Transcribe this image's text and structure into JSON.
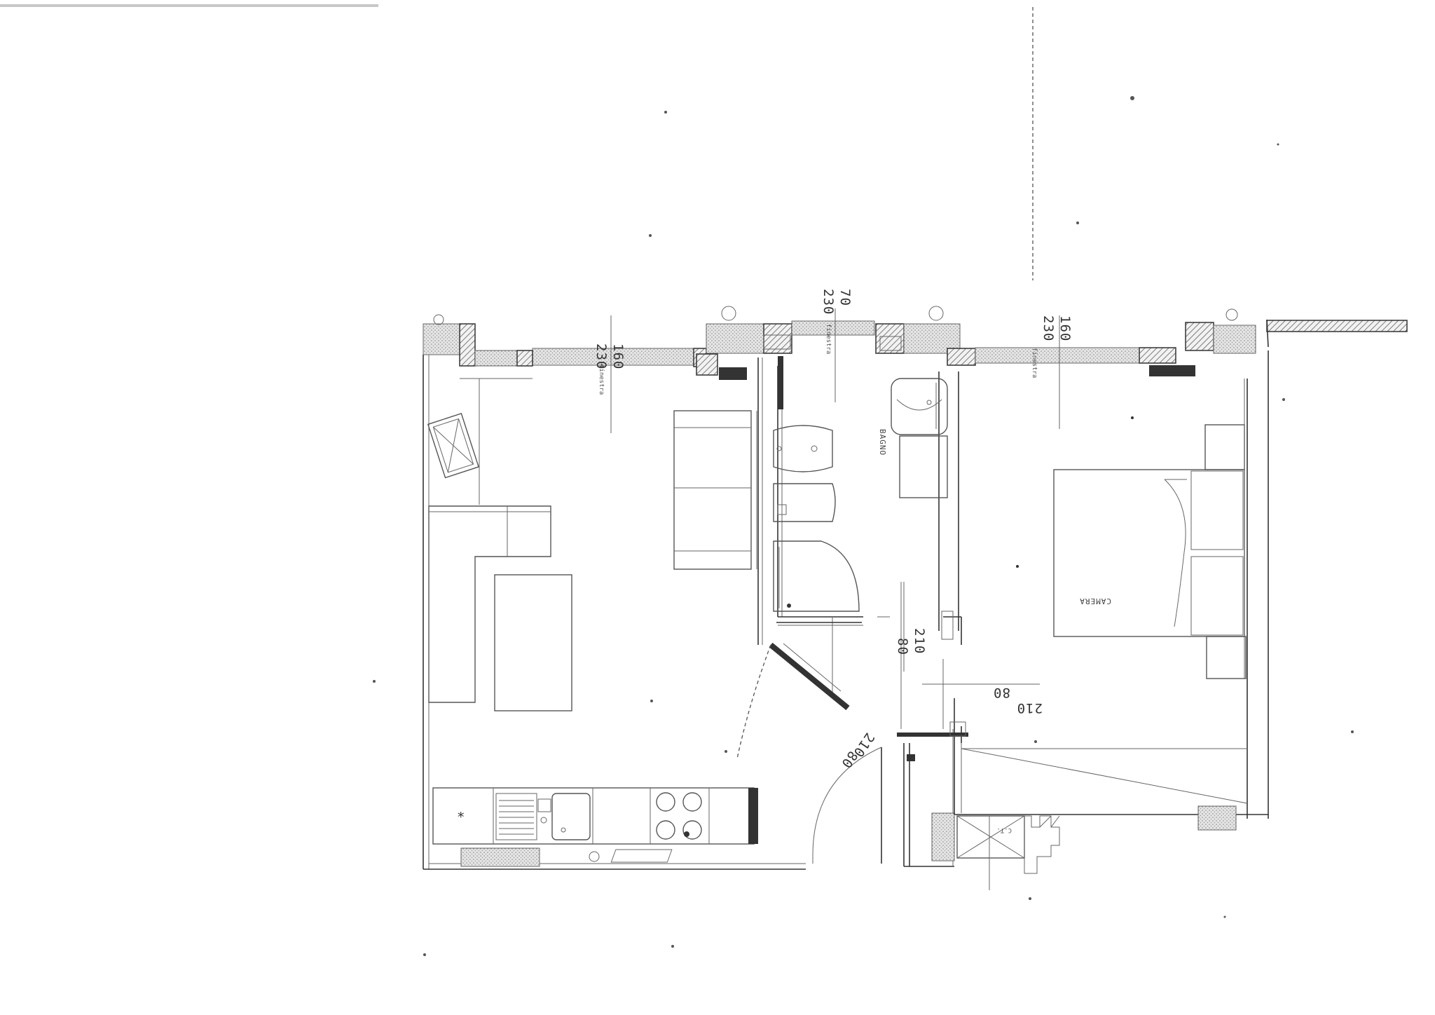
{
  "dimensions": {
    "living_window_width": "160",
    "living_window_height": "230",
    "bath_window_width": "70",
    "bath_window_height": "230",
    "bed_window_width": "160",
    "bed_window_height": "230",
    "bath_door_height": "210",
    "bath_door_width": "80",
    "entry_door_height": "210",
    "entry_door_width": "80",
    "bed_door_height": "210",
    "bed_door_width": "80"
  },
  "window_tags": {
    "living_window_tag": "finestra",
    "bath_window_tag": "finestra",
    "bed_window_tag": "finestra"
  },
  "rooms": {
    "bath": "BAGNO",
    "bedroom": "CAMERA"
  },
  "shaft_label": "C.T."
}
